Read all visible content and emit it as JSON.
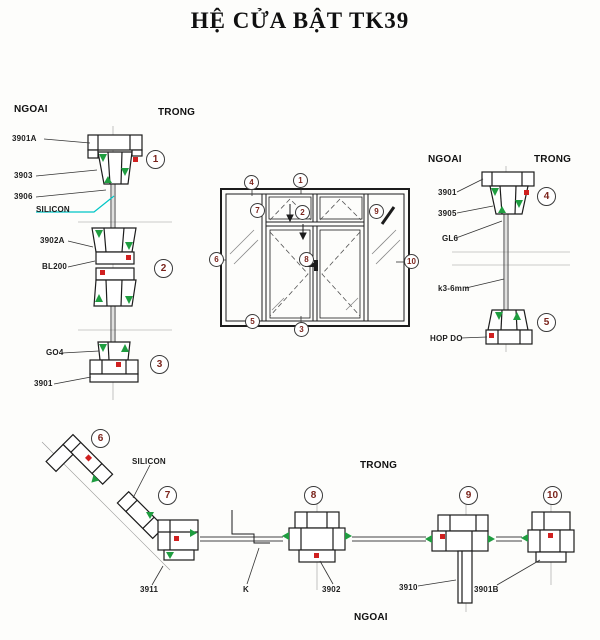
{
  "title": "HỆ CỬA BẬT TK39",
  "orientation_labels": {
    "top_left_outside": "NGOAI",
    "top_left_inside": "TRONG",
    "right_outside": "NGOAI",
    "right_inside": "TRONG",
    "bottom_inside": "TRONG",
    "bottom_outside": "NGOAI"
  },
  "detail_numbers": {
    "d1": "1",
    "d2": "2",
    "d3": "3",
    "d4": "4",
    "d5": "5",
    "d6": "6",
    "d7": "7",
    "d8": "8",
    "d9": "9",
    "d10": "10"
  },
  "part_callouts": {
    "p3901A": "3901A",
    "p3903": "3903",
    "p3906": "3906",
    "silicon_top": "SILICON",
    "p3902A": "3902A",
    "pBL200": "BL200",
    "pGO4": "GO4",
    "p3901_left": "3901",
    "p3901_right": "3901",
    "p3905": "3905",
    "pGL6": "GL6",
    "glass_spec": "k3-6mm",
    "pHOPDO": "HOP DO",
    "silicon_bottom": "SILICON",
    "p3911": "3911",
    "pK": "K",
    "p3902": "3902",
    "p3910": "3910",
    "p3901B": "3901B"
  },
  "colors": {
    "line": "#1c1c1c",
    "gasket_green": "#1f9d40",
    "marker_red": "#d02020",
    "leader_cyan": "#00c6c6",
    "callout_text": "#7b241c"
  }
}
